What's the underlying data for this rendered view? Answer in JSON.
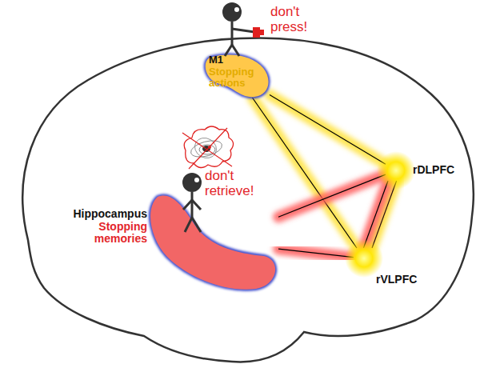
{
  "diagram": {
    "nodes": [
      {
        "text": [
          "M1",
          "Stopping actions"
        ]
      },
      {
        "text": [
          "Hippocampus",
          "Stopping memories"
        ]
      },
      {
        "text": [
          "rDLPFC"
        ]
      },
      {
        "text": [
          "rVLPFC"
        ]
      }
    ],
    "edges": [
      {
        "from": 0,
        "to": 2,
        "arrow": "none"
      },
      {
        "from": 0,
        "to": 3,
        "arrow": "none"
      },
      {
        "from": 2,
        "to": 3,
        "arrow": "none"
      },
      {
        "from": 2,
        "to": 3,
        "arrow": "none"
      },
      {
        "from": 1,
        "to": 2,
        "arrow": "none"
      },
      {
        "from": 1,
        "to": 3,
        "arrow": "none"
      }
    ],
    "labels": [
      "don't press!",
      "don't retrieve!"
    ]
  }
}
